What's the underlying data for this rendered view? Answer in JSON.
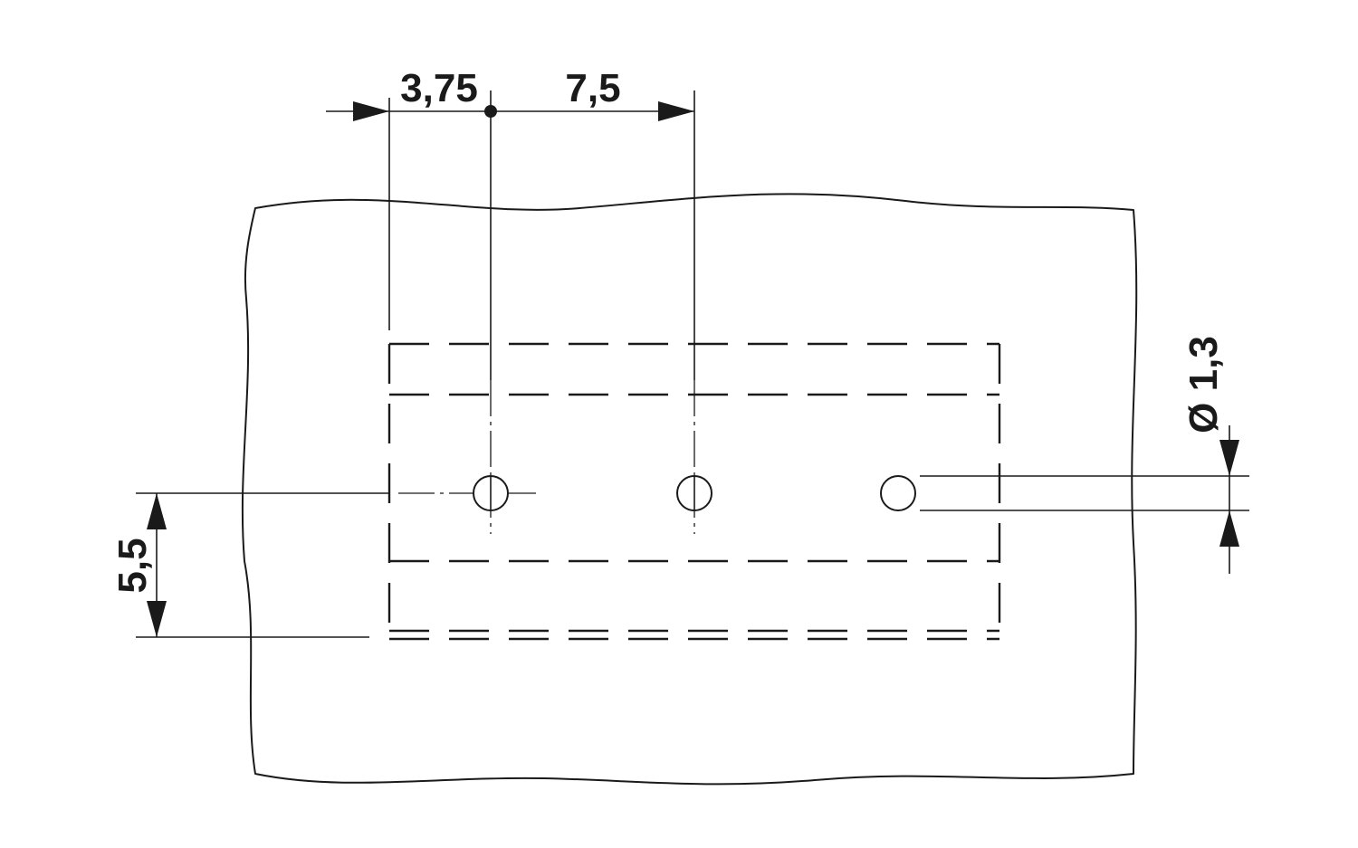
{
  "drawing": {
    "type": "pcb-hole-pattern",
    "dimensions": {
      "offset_first_hole": "3,75",
      "pitch": "7,5",
      "row_offset": "5,5",
      "hole_diameter": "Ø 1,3"
    },
    "hole_count": 3
  }
}
